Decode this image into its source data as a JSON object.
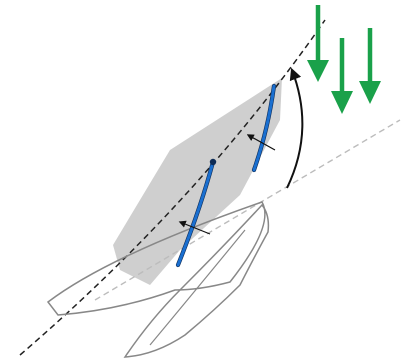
{
  "colors": {
    "sail_fill": "#cfcfcf",
    "batten_blue": "#1a6fd0",
    "batten_shadow": "#0d2b55",
    "wind_green": "#1aa14a",
    "hull_stroke": "#888888",
    "axis_dark": "#222222",
    "axis_light": "#bcbcbc",
    "arrow_black": "#111111"
  },
  "diagram": {
    "wind_arrow_count": 3,
    "force_arrow_count": 3,
    "hull_count": 2,
    "sail_batten_count": 2,
    "has_rotation_arc": true,
    "text_labels": []
  }
}
